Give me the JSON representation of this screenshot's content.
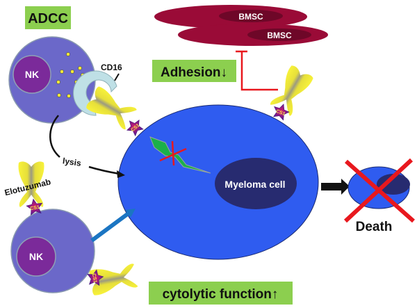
{
  "title_boxes": {
    "adcc": "ADCC",
    "adhesion": "Adhesion↓",
    "cytolytic": "cytolytic function↑"
  },
  "labels": {
    "nk_top": "NK",
    "nk_bottom": "NK",
    "cd16": "CD16",
    "lysis": "lysis",
    "elotuzumab": "Elotuzumab",
    "myeloma": "Myeloma cell",
    "death": "Death",
    "bmsc_1": "BMSC",
    "bmsc_2": "BMSC",
    "cs1": "CS1"
  },
  "colors": {
    "label_box": "#8ccf4f",
    "nk_cell": "#6b68c9",
    "nk_nucleus": "#7b2a9a",
    "myeloma_cell": "#2f5cf0",
    "myeloma_nucleus": "#272b70",
    "bmsc": "#9a0b37",
    "bmsc_nucleus": "#6e0728",
    "inhibit_red": "#e8181e",
    "antibody_yellow": "#f5f03a",
    "cd16_ring": "#bfe0e6",
    "blue_arrow": "#1b75c2",
    "granule": "#f2e83a"
  }
}
